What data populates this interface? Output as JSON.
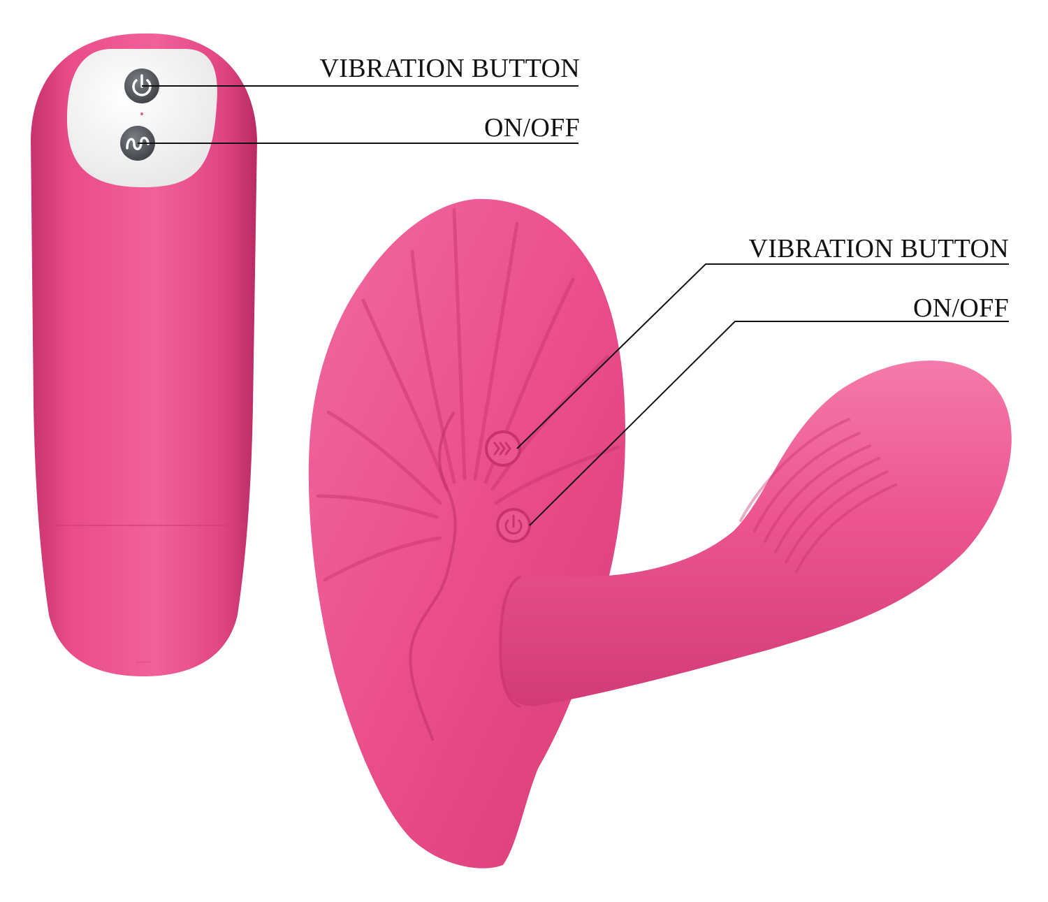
{
  "callouts": {
    "remote_vibration": "VIBRATION BUTTON",
    "remote_onoff": "ON/OFF",
    "device_vibration": "VIBRATION BUTTON",
    "device_onoff": "ON/OFF"
  },
  "colors": {
    "product_pink": "#ec4f8c",
    "product_dark": "#c8336d",
    "product_light": "#f478a8",
    "panel_white": "#f3f3f3",
    "button_gray": "#55585c",
    "leader_line": "#111111"
  },
  "icons": {
    "remote_top_button": "power-icon",
    "remote_bottom_button": "wave-icon",
    "device_top_button": "chevrons-icon",
    "device_bottom_button": "power-icon"
  }
}
